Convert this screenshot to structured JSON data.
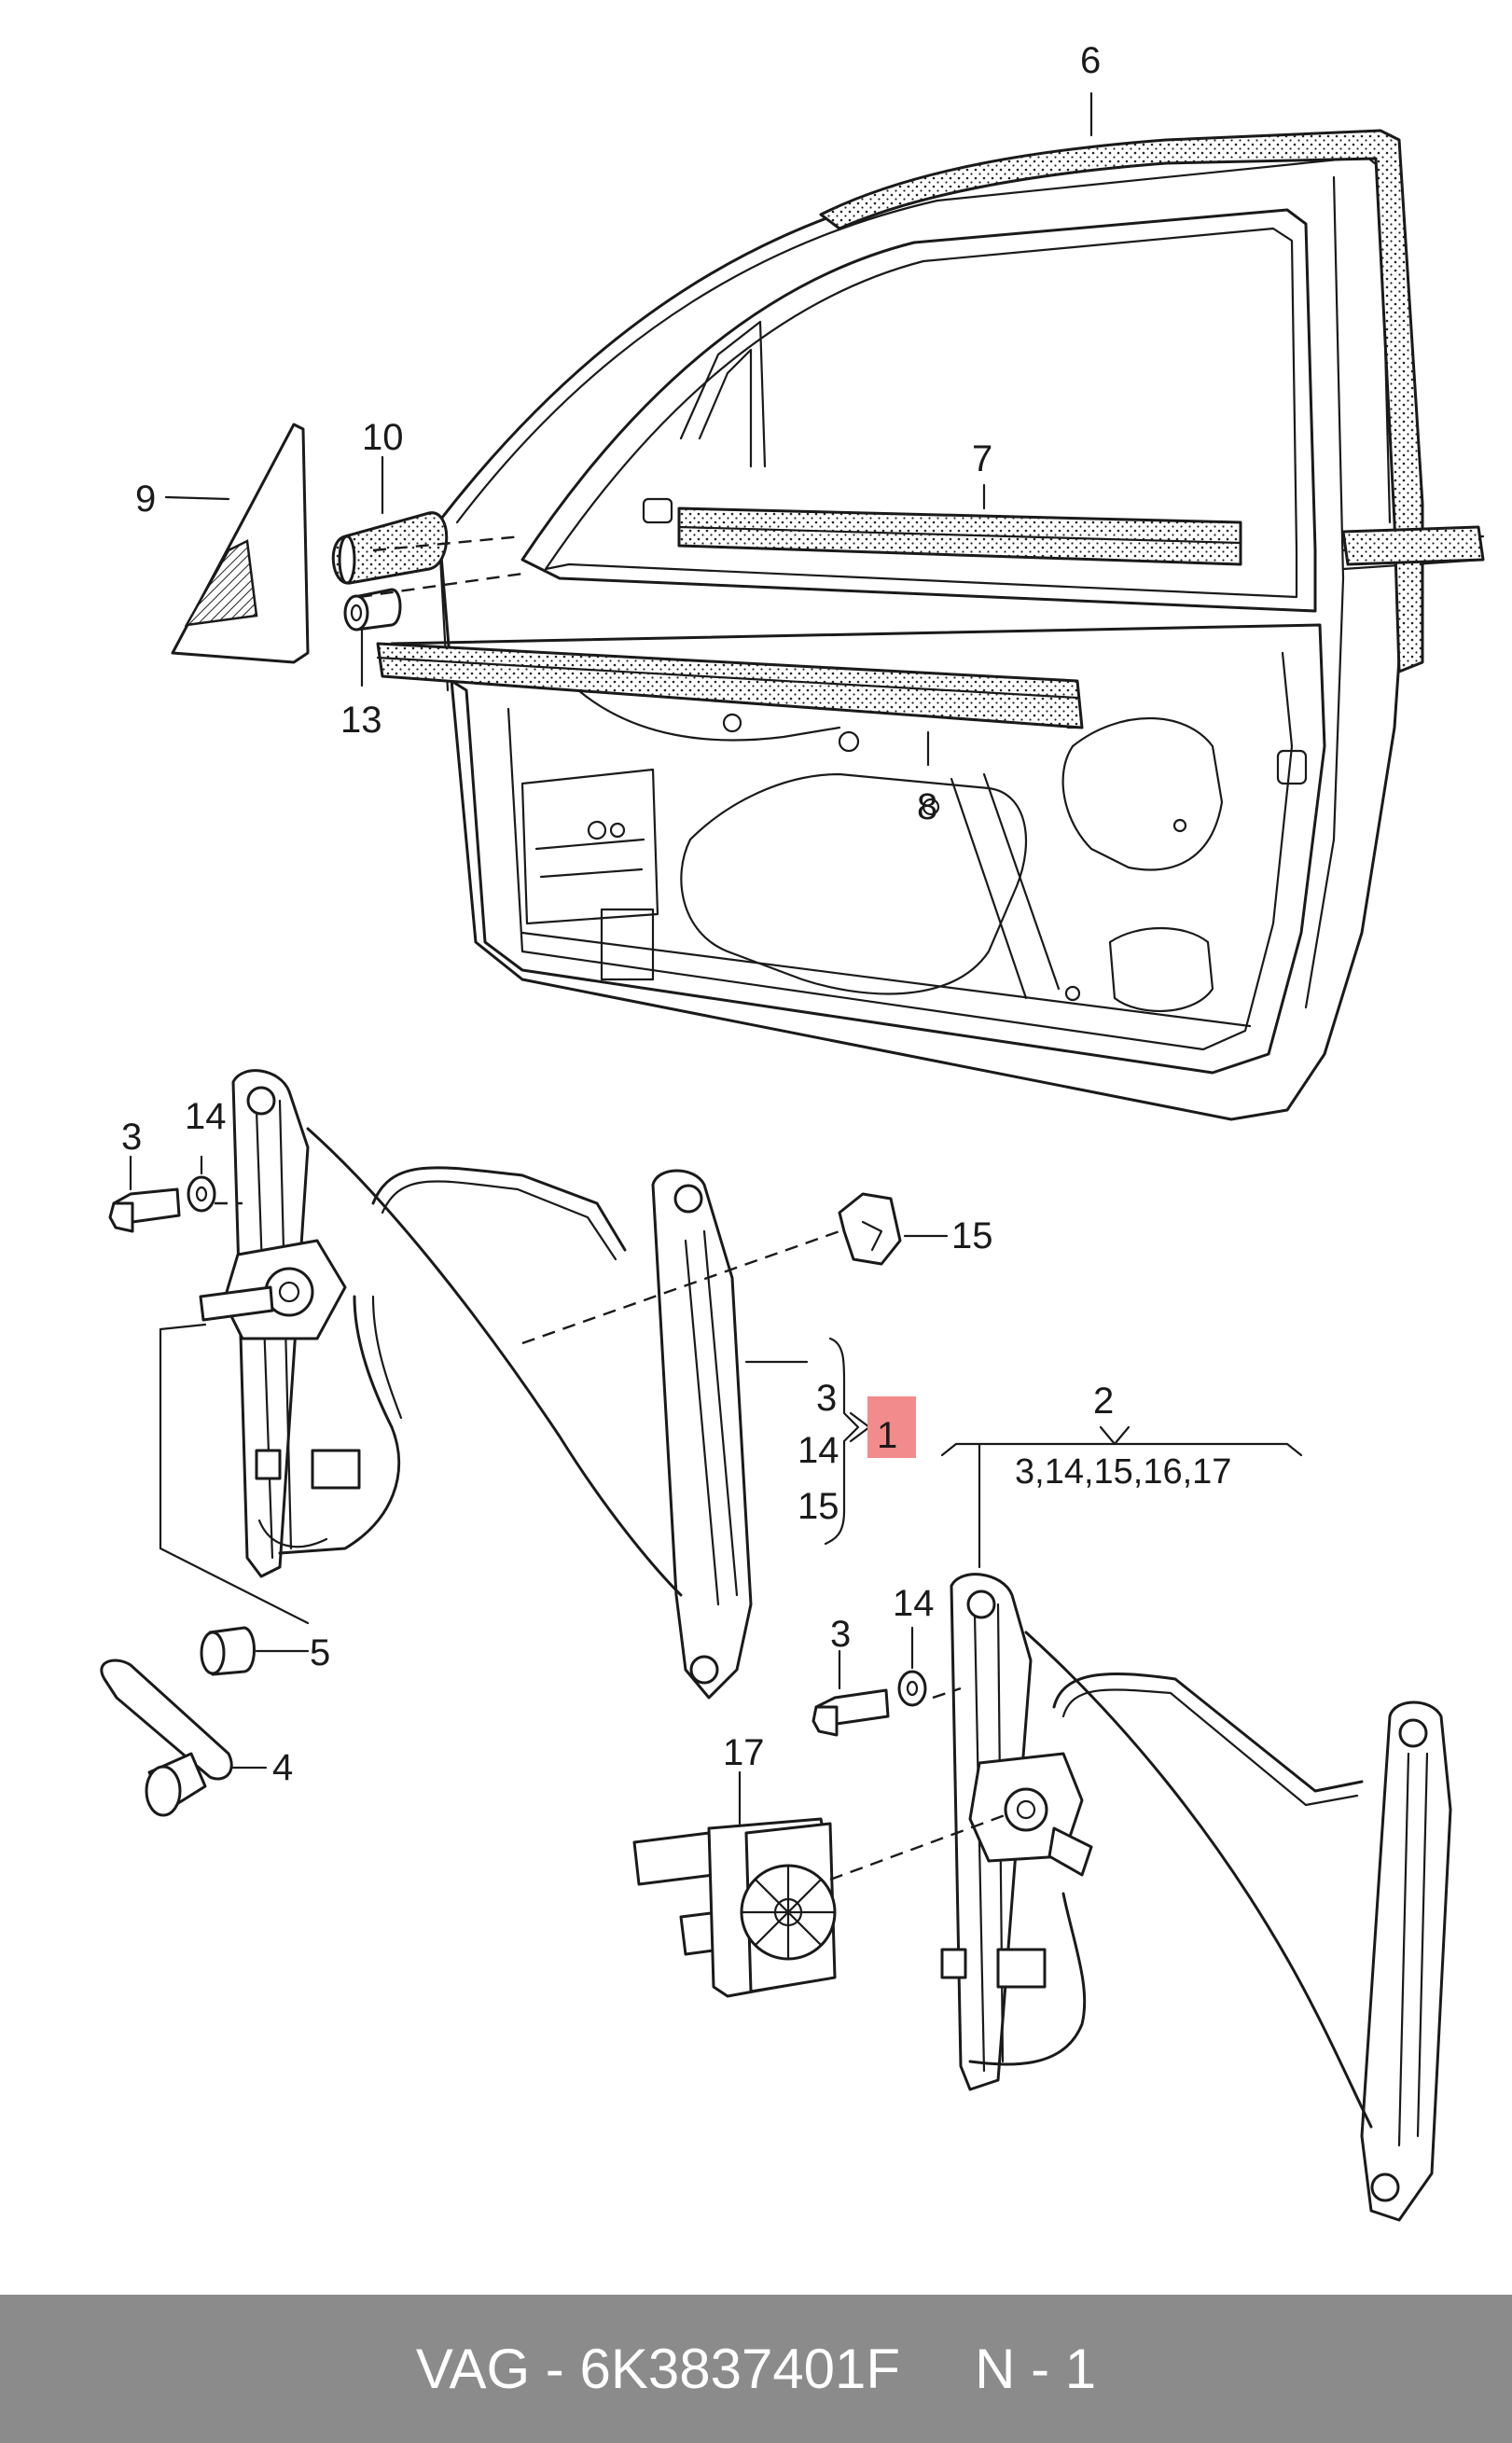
{
  "callouts": {
    "c1": "1",
    "c2": "2",
    "c2_list": "3,14,15,16,17",
    "c3_upper": "3",
    "c3_lower": "3",
    "c4": "4",
    "c5": "5",
    "c6": "6",
    "c7": "7",
    "c8": "8",
    "c9": "9",
    "c10": "10",
    "c13": "13",
    "c14_upper": "14",
    "c14_lower": "14",
    "c15": "15",
    "c17": "17",
    "group_3": "3",
    "group_14": "14",
    "group_15": "15"
  },
  "highlight_color": "#f28b8b",
  "footer": {
    "part_label": "VAG - 6K3837401F",
    "position_label": "N - 1"
  },
  "footer_bg": "#8b8b8b"
}
